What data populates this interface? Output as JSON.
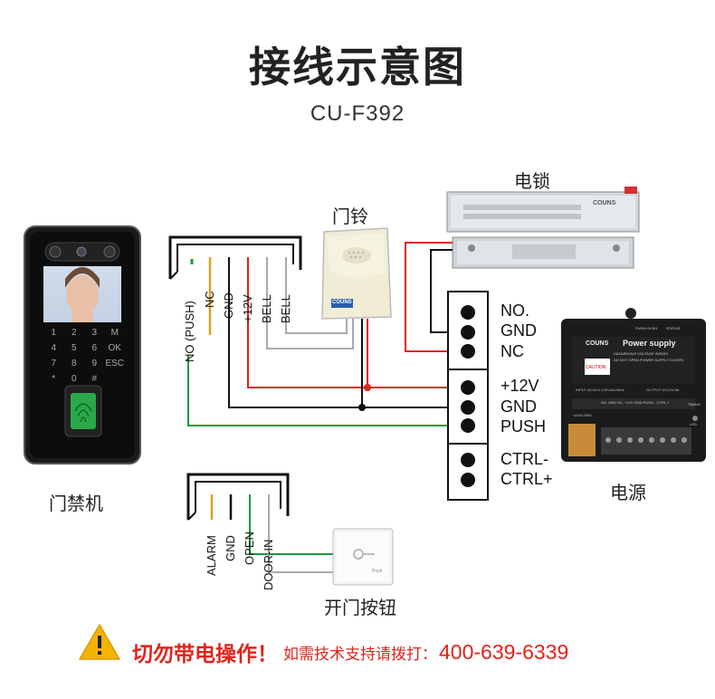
{
  "header": {
    "title": "接线示意图",
    "model": "CU-F392"
  },
  "devices": {
    "access_control": "门禁机",
    "doorbell": "门铃",
    "electric_lock": "电锁",
    "power_supply": "电源",
    "exit_button": "开门按钮"
  },
  "controller_terminals": [
    "NO (PUSH)",
    "NC",
    "GND",
    "+12V",
    "BELL",
    "BELL"
  ],
  "button_terminals": [
    "ALARM",
    "GND",
    "OPEN",
    "DOOR-IN"
  ],
  "psu_terminals": [
    "NO.",
    "GND",
    "NC",
    "+12V",
    "GND",
    "PUSH",
    "CTRL-",
    "CTRL+"
  ],
  "keypad": [
    "1",
    "2",
    "3",
    "M",
    "4",
    "5",
    "6",
    "OK",
    "7",
    "8",
    "9",
    "ESC",
    "*",
    "0",
    "#"
  ],
  "labels": {
    "doorbell_brand": "COUNS",
    "lock_brand": "COUNS",
    "psu_brand": "COUNS",
    "psu_title": "Power supply",
    "psu_caution": "CAUTION",
    "psu_warn1": "HAZARDOUS VOLTAGE INSIDE!",
    "psu_warn2": "DO NOT OPEN POWER SUPPLY COVER!",
    "psu_input": "INPUT AC110V-240V/AC50Hz",
    "psu_output": "OUTPUT DC12V/3A",
    "psu_ac": "~110V-240V",
    "psu_strip": "NO. GND NC. +12V GND PUSH - CTRL +",
    "psu_status": "STATUS",
    "psu_plus": "PUSH+24.5H",
    "psu_timing": "TIMING",
    "psu_led": "LED",
    "button_text": "Push"
  },
  "warning": {
    "main": "切勿带电操作！",
    "sub": "如需技术支持请拨打：",
    "phone": "400-639-6339"
  },
  "colors": {
    "red": "#e2231a",
    "green": "#1a9a3a",
    "orange": "#e0a020",
    "gray": "#aaaaaa",
    "black": "#111111"
  }
}
